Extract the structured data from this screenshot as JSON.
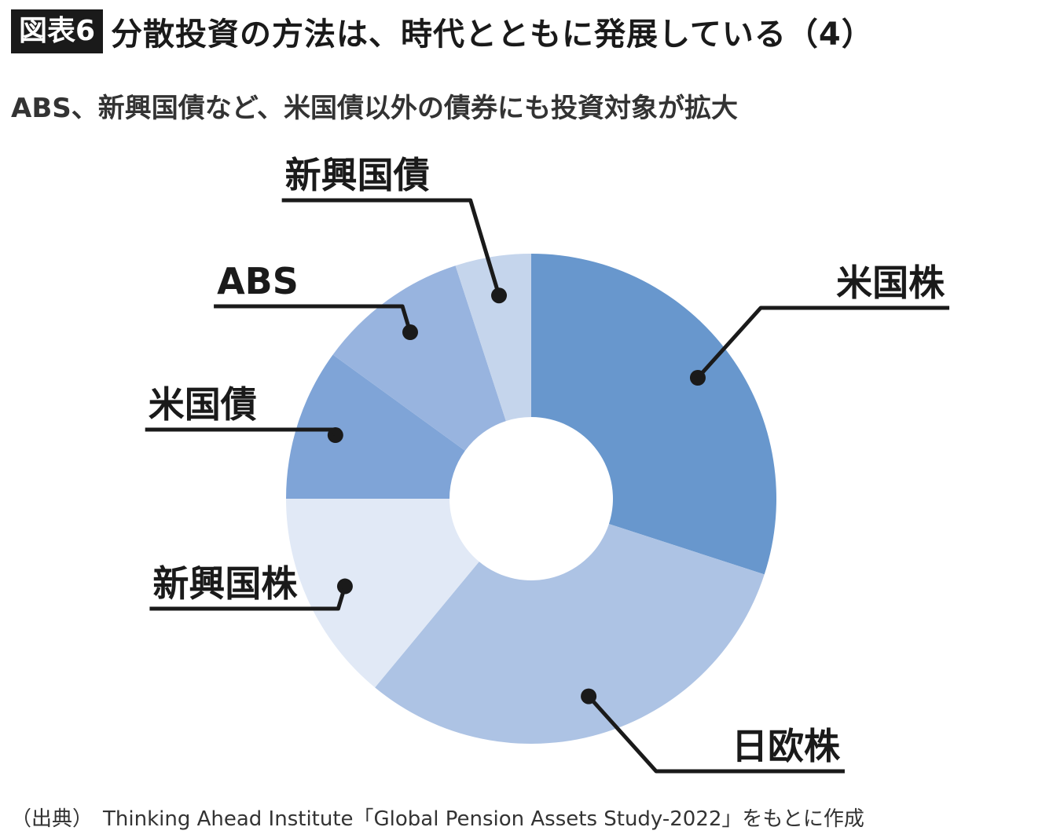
{
  "header": {
    "badge": "図表6",
    "title": "分散投資の方法は、時代とともに発展している（4）"
  },
  "subtitle": "ABS、新興国債など、米国債以外の債券にも投資対象が拡大",
  "chart_data": {
    "type": "pie",
    "donut": true,
    "start_angle_deg": 0,
    "direction": "clockwise",
    "slices": [
      {
        "label": "米国株",
        "value": 30.0,
        "color": "#6897cd"
      },
      {
        "label": "日欧株",
        "value": 31.0,
        "color": "#adc3e4"
      },
      {
        "label": "新興国株",
        "value": 14.0,
        "color": "#e1e9f6"
      },
      {
        "label": "米国債",
        "value": 10.0,
        "color": "#7fa4d7"
      },
      {
        "label": "ABS",
        "value": 10.0,
        "color": "#98b4df"
      },
      {
        "label": "新興国債",
        "value": 5.0,
        "color": "#c5d5ec"
      }
    ],
    "label_side": [
      "right",
      "right",
      "left",
      "left",
      "left",
      "left"
    ],
    "values_shown": false
  },
  "source": "（出典）　Thinking Ahead Institute「Global Pension Assets Study-2022」をもとに作成"
}
